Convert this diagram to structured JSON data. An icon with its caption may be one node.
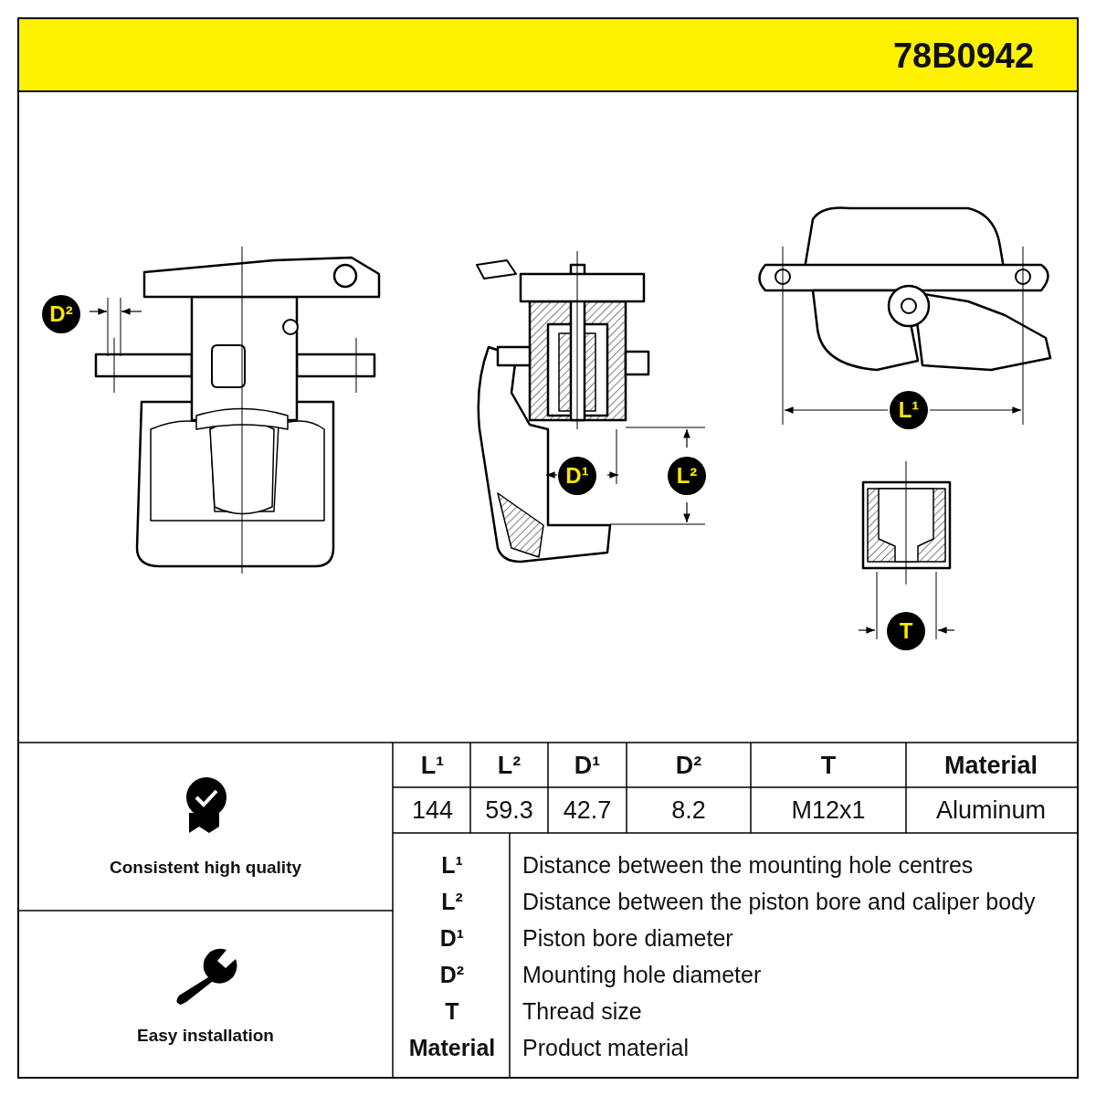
{
  "diagram": {
    "labels": [
      "78B0942",
      "D²",
      "D¹",
      "L²",
      "L¹",
      "T",
      "L¹",
      "L²",
      "D¹",
      "D²",
      "T",
      "Material",
      "144",
      "59.3",
      "42.7",
      "8.2",
      "M12x1",
      "Aluminum",
      "Consistent high quality",
      "Easy installation",
      "L¹",
      "Distance between the mounting hole centres",
      "L²",
      "Distance between the piston bore and caliper body",
      "D¹",
      "Piston bore diameter",
      "D²",
      "Mounting hole diameter",
      "T",
      "Thread size",
      "Material",
      "Product material"
    ]
  }
}
